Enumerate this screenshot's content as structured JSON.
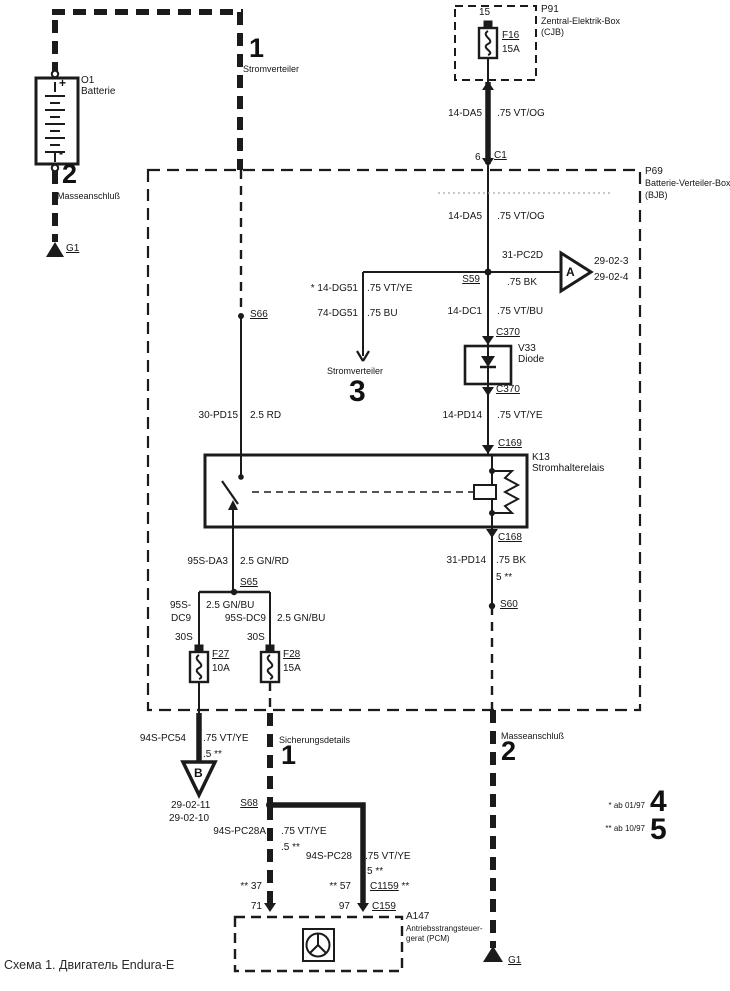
{
  "caption": "Схема 1. Двигатель Endura-E",
  "boxes": {
    "cjb": {
      "id": "P91",
      "name": "Zentral-Elektrik-Box",
      "abbr": "(CJB)"
    },
    "bjb": {
      "id": "P69",
      "name": "Batterie-Verteiler-Box",
      "abbr": "(BJB)"
    },
    "pcm": {
      "id": "A147",
      "name1": "Antriebsstrangsteuer-",
      "name2": "gerat (PCM)"
    }
  },
  "components": {
    "battery": {
      "id": "O1",
      "name": "Batterie",
      "plus": "+",
      "minus": "-"
    },
    "f16": {
      "id": "F16",
      "rating": "15A",
      "pin": "15"
    },
    "f27": {
      "id": "F27",
      "rating": "10A",
      "pin": "30S"
    },
    "f28": {
      "id": "F28",
      "rating": "15A",
      "pin": "30S"
    },
    "relay": {
      "id": "K13",
      "name": "Stromhalterelais"
    },
    "diode": {
      "id": "V33",
      "name": "Diode"
    }
  },
  "connectors": {
    "c1_pin": "6",
    "c1": "C1",
    "c370_top": "C370",
    "c370_bot": "C370",
    "c169": "C169",
    "c168": "C168",
    "c1159": "C1159",
    "c1159_note": "**",
    "c159": "C159"
  },
  "splices": {
    "s59": "S59",
    "s66": "S66",
    "s65": "S65",
    "s60": "S60",
    "s68": "S68"
  },
  "grounds": {
    "g1_top": "G1",
    "g1_bottom": "G1"
  },
  "wires": {
    "da5_out": {
      "circuit": "14-DA5",
      "spec": ".75 VT/OG"
    },
    "da5_in": {
      "circuit": "14-DA5",
      "spec": ".75 VT/OG"
    },
    "pc2d": {
      "circuit": "31-PC2D",
      "spec": ".75 BK"
    },
    "dg51a": {
      "circuit": "* 14-DG51",
      "spec": ".75 VT/YE"
    },
    "dg51b": {
      "circuit": "74-DG51",
      "spec": ".75 BU"
    },
    "dc1": {
      "circuit": "14-DC1",
      "spec": ".75 VT/BU"
    },
    "pd14": {
      "circuit": "14-PD14",
      "spec": ".75 VT/YE"
    },
    "pd15": {
      "circuit": "30-PD15",
      "spec": "2.5 RD"
    },
    "pd14b": {
      "circuit": "31-PD14",
      "spec": ".75 BK",
      "note": "5 **"
    },
    "da3": {
      "circuit": "95S-DA3",
      "spec": "2.5 GN/RD"
    },
    "dc9l": {
      "circuit1": "95S-",
      "circuit2": "DC9",
      "spec": "2.5 GN/BU"
    },
    "dc9r": {
      "circuit": "95S-DC9",
      "spec": "2.5 GN/BU"
    },
    "pc54": {
      "circuit": "94S-PC54",
      "spec": ".75 VT/YE",
      "note": ".5 **"
    },
    "pc28a": {
      "circuit": "94S-PC28A",
      "spec": ".75 VT/YE",
      "note": ".5 **"
    },
    "pc28": {
      "circuit": "94S-PC28",
      "spec": ".75 VT/YE",
      "note": "5 **"
    }
  },
  "pcm_pins": {
    "p37": "** 37",
    "p71": "71",
    "p57": "** 57",
    "p97": "97"
  },
  "offpage": {
    "a": {
      "letter": "A",
      "ref1": "29-02-3",
      "ref2": "29-02-4"
    },
    "b": {
      "letter": "B",
      "ref1": "29-02-11",
      "ref2": "29-02-10"
    }
  },
  "callouts": {
    "stromverteiler_top": {
      "num": "1",
      "label": "Stromverteiler"
    },
    "masse_top": {
      "num": "2",
      "label": "Masseanschluß"
    },
    "stromverteiler_mid": {
      "num": "3",
      "label": "Stromverteiler"
    },
    "sicherung": {
      "num": "1",
      "label": "Sicherungsdetails"
    },
    "masse_right": {
      "num": "2",
      "label": "Masseanschluß"
    },
    "fn1": {
      "num": "4",
      "label": "* ab 01/97"
    },
    "fn2": {
      "num": "5",
      "label": "** ab 10/97"
    }
  }
}
